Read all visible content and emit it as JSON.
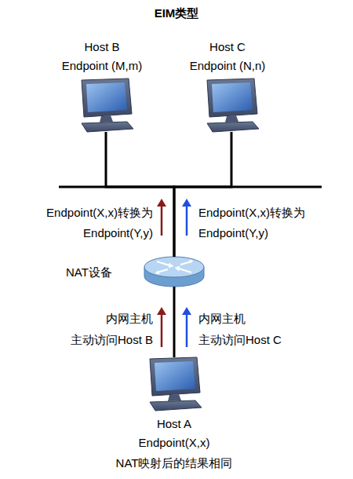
{
  "diagram": {
    "title": "EIM类型",
    "nodes": [
      {
        "text": [
          "Host B",
          "Endpoint (M,m)"
        ]
      },
      {
        "text": [
          "Host C",
          "Endpoint (N,n)"
        ]
      },
      {
        "text": [
          "NAT设备"
        ]
      },
      {
        "text": [
          "Host A",
          "Endpoint(X,x)"
        ]
      }
    ],
    "edges": [
      {
        "from": 2,
        "to": 0,
        "arrow": "none"
      },
      {
        "from": 2,
        "to": 1,
        "arrow": "none"
      },
      {
        "from": 3,
        "to": 2,
        "arrow": "none"
      }
    ],
    "labels": [
      "Endpoint(X,x)转换为 Endpoint(Y,y)",
      "Endpoint(X,x)转换为 Endpoint(Y,y)",
      "内网主机 主动访问Host B",
      "内网主机 主动访问Host C",
      "NAT映射后的结果相同"
    ]
  }
}
